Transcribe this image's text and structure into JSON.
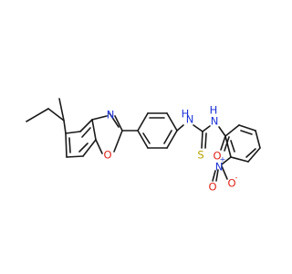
{
  "atoms": {
    "n_benzoxazole": {
      "symbol": "N",
      "color": "#1d33d6"
    },
    "o_benzoxazole": {
      "symbol": "O",
      "color": "#e0241b"
    },
    "nh_left": {
      "symbol": "H",
      "color": "#1d33d6"
    },
    "n_left": {
      "symbol": "N",
      "color": "#1d33d6"
    },
    "nh_right": {
      "symbol": "H",
      "color": "#1d33d6"
    },
    "n_right": {
      "symbol": "N",
      "color": "#1d33d6"
    },
    "s_thio": {
      "symbol": "S",
      "color": "#b5a200"
    },
    "o_carbonyl": {
      "symbol": "O",
      "color": "#e0241b"
    },
    "n_nitro": {
      "symbol": "N",
      "color": "#1d33d6"
    },
    "n_nitro_charge": {
      "symbol": "+",
      "color": "#1d33d6"
    },
    "o_nitro_double": {
      "symbol": "O",
      "color": "#e0241b"
    },
    "o_nitro_single": {
      "symbol": "O",
      "color": "#e0241b"
    },
    "o_nitro_charge": {
      "symbol": "-",
      "color": "#e0241b"
    }
  },
  "colors": {
    "bond": "#1a1a1a",
    "background": "#ffffff"
  }
}
